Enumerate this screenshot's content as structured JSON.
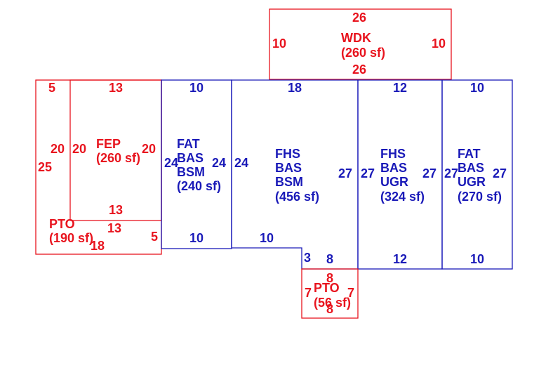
{
  "colors": {
    "exterior": "#e8141e",
    "living": "#1a1ab8"
  },
  "areas": {
    "wdk": {
      "line1": "WDK",
      "line2": "(260 sf)",
      "dims": {
        "top": "26",
        "bottom": "26",
        "left": "10",
        "right": "10"
      }
    },
    "fep": {
      "line1": "FEP",
      "line2": "(260 sf)",
      "dims": {
        "top": "13",
        "left": "20",
        "right": "20",
        "bottom": "13"
      }
    },
    "pto_left": {
      "line1": "PTO",
      "line2": "(190 sf)",
      "dims": {
        "top": "5",
        "left_outer": "20",
        "left_total": "25",
        "inner_top": "13",
        "bottom": "18",
        "right": "5"
      }
    },
    "fat_bsm": {
      "line1": "FAT",
      "line2": "BAS",
      "line3": "BSM",
      "line4": "(240 sf)",
      "dims": {
        "top": "10",
        "left": "24",
        "right": "24",
        "bottom": "10"
      }
    },
    "fhs_bsm": {
      "line1": "FHS",
      "line2": "BAS",
      "line3": "BSM",
      "line4": "(456 sf)",
      "dims": {
        "top": "18",
        "left": "24",
        "right": "27",
        "bottom": "10",
        "step": "3",
        "bottom_right": "8"
      }
    },
    "fhs_ugr": {
      "line1": "FHS",
      "line2": "BAS",
      "line3": "UGR",
      "line4": "(324 sf)",
      "dims": {
        "top": "12",
        "left": "27",
        "right": "27",
        "bottom": "12"
      }
    },
    "fat_ugr": {
      "line1": "FAT",
      "line2": "BAS",
      "line3": "UGR",
      "line4": "(270 sf)",
      "dims": {
        "top": "10",
        "left": "27",
        "right": "27",
        "bottom": "10"
      }
    },
    "pto_small": {
      "line1": "PTO",
      "line2": "(56 sf)",
      "dims": {
        "top": "8",
        "bottom": "8",
        "left": "7",
        "right": "7"
      }
    }
  }
}
